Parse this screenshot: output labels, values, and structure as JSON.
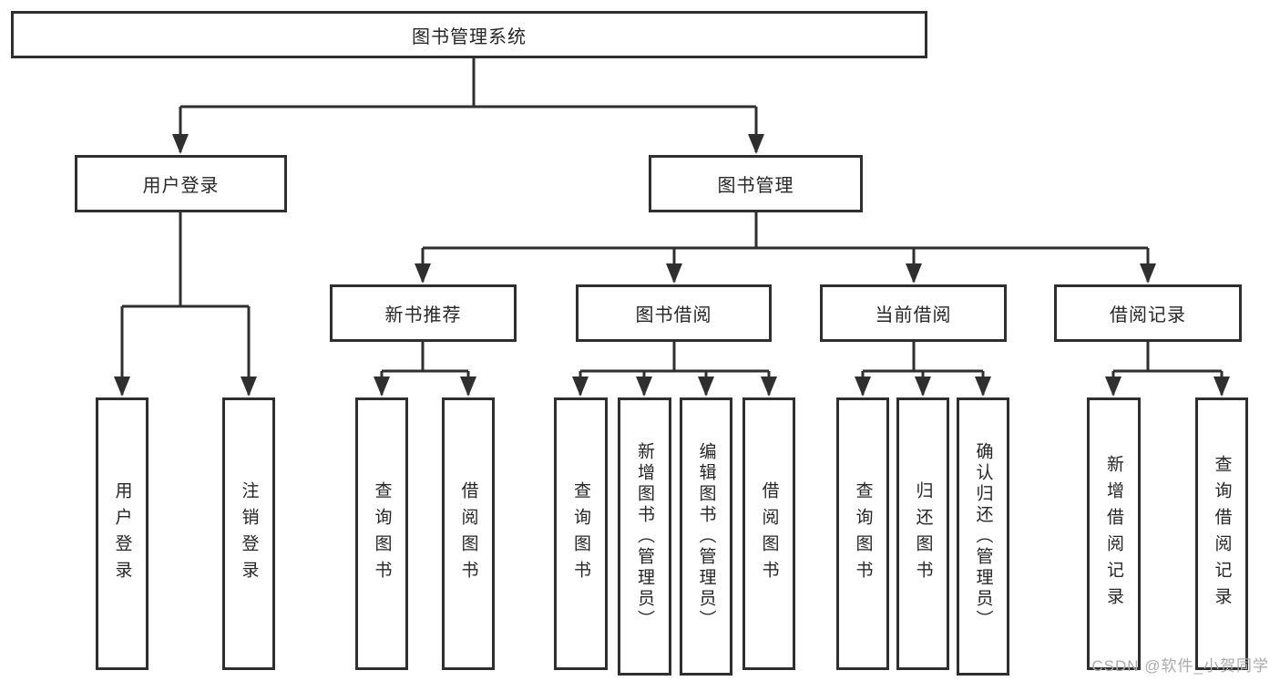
{
  "tree": {
    "label": "图书管理系统",
    "children": [
      {
        "label": "用户登录",
        "children": [
          {
            "label": "用户登录"
          },
          {
            "label": "注销登录"
          }
        ]
      },
      {
        "label": "图书管理",
        "children": [
          {
            "label": "新书推荐",
            "children": [
              {
                "label": "查询图书"
              },
              {
                "label": "借阅图书"
              }
            ]
          },
          {
            "label": "图书借阅",
            "children": [
              {
                "label": "查询图书"
              },
              {
                "label": "新增图书（管理员）"
              },
              {
                "label": "编辑图书（管理员）"
              },
              {
                "label": "借阅图书"
              }
            ]
          },
          {
            "label": "当前借阅",
            "children": [
              {
                "label": "查询图书"
              },
              {
                "label": "归还图书"
              },
              {
                "label": "确认归还（管理员）"
              }
            ]
          },
          {
            "label": "借阅记录",
            "children": [
              {
                "label": "新增借阅记录"
              },
              {
                "label": "查询借阅记录"
              }
            ]
          }
        ]
      }
    ]
  },
  "watermark": {
    "text": "CSDN @软件_小贺同学"
  },
  "colors": {
    "line": "#2f2f2f",
    "box_border": "#2f2f2f",
    "box_fill": "#ffffff",
    "text": "#262626",
    "watermark_text": "#ababab",
    "background": "#ffffff"
  }
}
